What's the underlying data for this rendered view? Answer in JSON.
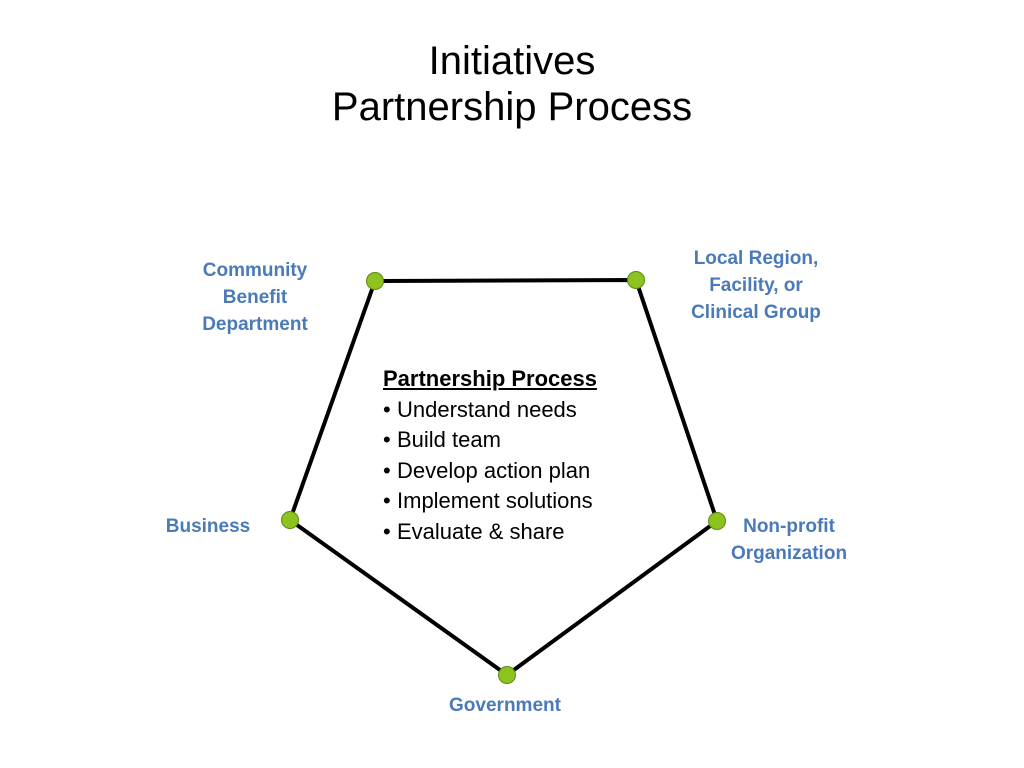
{
  "title": {
    "line1": "Initiatives",
    "line2": "Partnership Process"
  },
  "colors": {
    "label_blue": "#4a7ab8",
    "node_green": "#8dc21f",
    "edge_black": "#000000"
  },
  "nodes": [
    {
      "id": "community",
      "lines": [
        "Community",
        "Benefit",
        "Department"
      ]
    },
    {
      "id": "local-region",
      "lines": [
        "Local Region,",
        "Facility, or",
        "Clinical Group"
      ]
    },
    {
      "id": "non-profit",
      "lines": [
        "Non-profit",
        "Organization"
      ]
    },
    {
      "id": "government",
      "lines": [
        "Government"
      ]
    },
    {
      "id": "business",
      "lines": [
        "Business"
      ]
    }
  ],
  "process": {
    "heading": "Partnership Process",
    "bullet": "•",
    "steps": [
      "Understand needs",
      "Build team",
      "Develop action plan",
      "Implement solutions",
      "Evaluate & share"
    ]
  }
}
